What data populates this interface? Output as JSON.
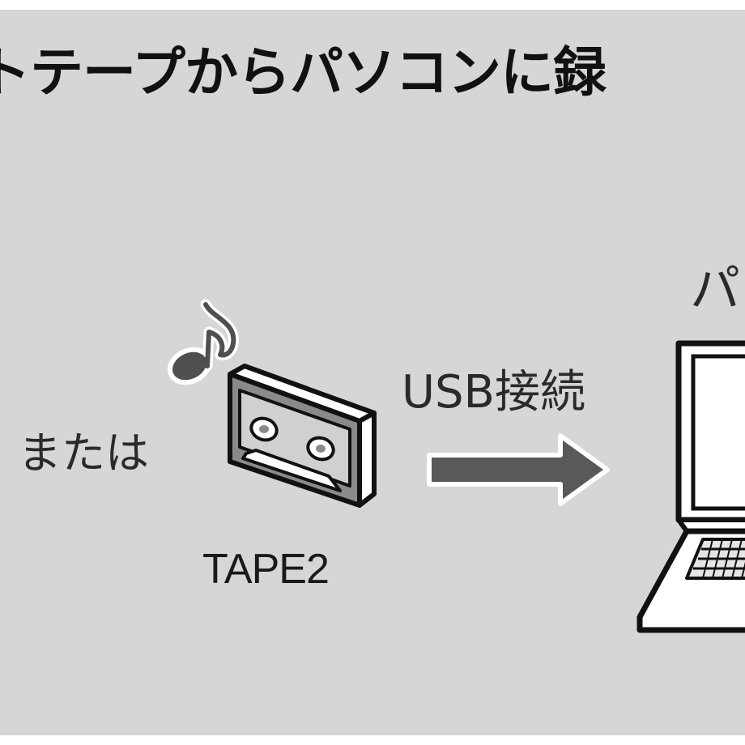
{
  "title": "トテープからパソコンに録",
  "pc_label": "パ",
  "or_label": "または",
  "connection_label": "USB接続",
  "tape_label": "TAPE2",
  "icons": {
    "music_note": "music-note-icon",
    "cassette": "cassette-tape-icon",
    "arrow": "arrow-right-icon",
    "laptop": "laptop-icon"
  },
  "colors": {
    "panel": "#d6d6d6",
    "outline": "#111111",
    "cassette_body": "#8a8a8a",
    "arrow": "#595959",
    "screen": "#ffffff"
  }
}
